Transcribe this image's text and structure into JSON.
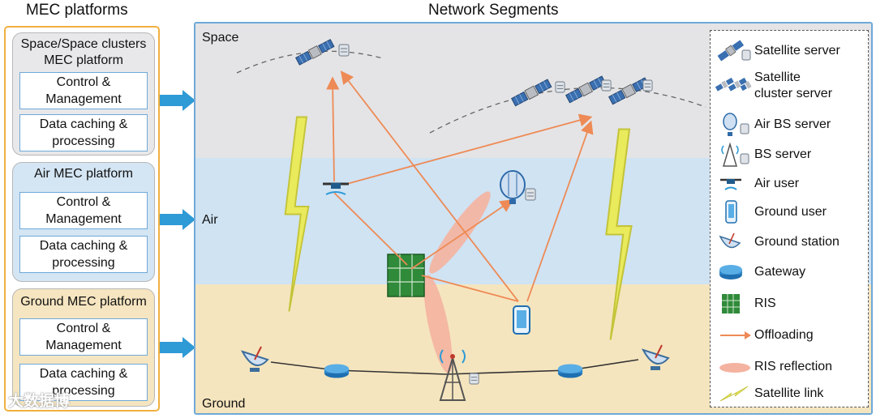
{
  "left": {
    "title": "MEC platforms",
    "platforms": [
      {
        "title": "Space/Space clusters\nMEC platform",
        "boxes": [
          "Control &\nManagement",
          "Data caching &\nprocessing"
        ]
      },
      {
        "title": "Air MEC platform",
        "boxes": [
          "Control &\nManagement",
          "Data caching &\nprocessing"
        ]
      },
      {
        "title": "Ground MEC platform",
        "boxes": [
          "Control &\nManagement",
          "Data caching &\nprocessing"
        ]
      }
    ]
  },
  "right": {
    "title": "Network Segments",
    "bands": {
      "space": "Space",
      "air": "Air",
      "ground": "Ground"
    }
  },
  "legend": [
    {
      "icon": "satellite-server-icon",
      "label": "Satellite server"
    },
    {
      "icon": "satellite-cluster-server-icon",
      "label": "Satellite\ncluster server"
    },
    {
      "icon": "air-bs-server-icon",
      "label": "Air BS server"
    },
    {
      "icon": "bs-server-icon",
      "label": "BS server"
    },
    {
      "icon": "air-user-icon",
      "label": "Air user"
    },
    {
      "icon": "ground-user-icon",
      "label": "Ground user"
    },
    {
      "icon": "ground-station-icon",
      "label": "Ground station"
    },
    {
      "icon": "gateway-icon",
      "label": "Gateway"
    },
    {
      "icon": "ris-icon",
      "label": "RIS"
    },
    {
      "icon": "offloading-arrow-icon",
      "label": "Offloading"
    },
    {
      "icon": "ris-reflection-icon",
      "label": "RIS reflection"
    },
    {
      "icon": "satellite-link-icon",
      "label": "Satellite link"
    }
  ],
  "watermark": "大数据博",
  "colors": {
    "platform_border": "#f0b040",
    "segments_border": "#6fa9d8",
    "arrow_blue": "#2e9ad6",
    "space_band": "#e4e4e6",
    "air_band": "#cfe3f3",
    "ground_band": "#f5e5be",
    "offloading": "#ee8a55",
    "ris_reflection": "#f4b3a0",
    "satellite_link": "#e8e85a"
  }
}
